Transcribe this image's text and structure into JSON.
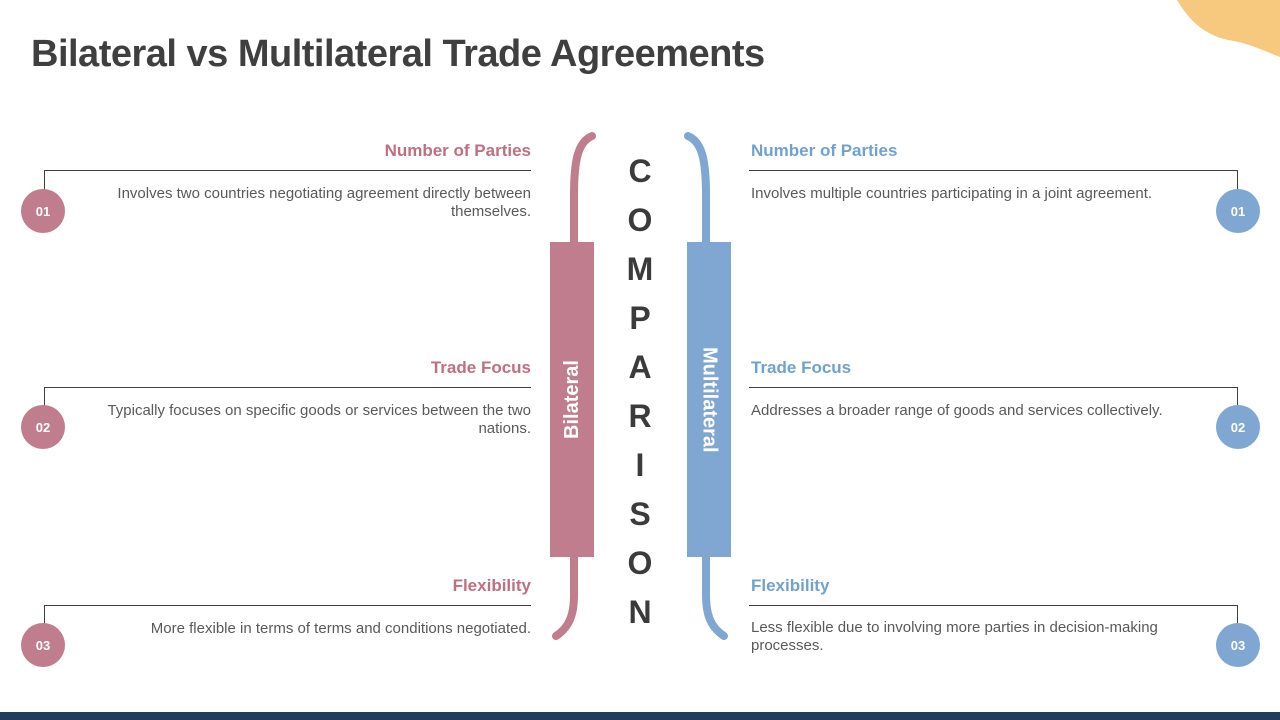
{
  "title": "Bilateral vs Multilateral Trade Agreements",
  "center": {
    "word": "COMPARISON",
    "letters": [
      "C",
      "O",
      "M",
      "P",
      "A",
      "R",
      "I",
      "S",
      "O",
      "N"
    ],
    "left_banner_label": "Bilateral",
    "right_banner_label": "Multilateral"
  },
  "bilateral": {
    "items": [
      {
        "number": "01",
        "heading": "Number of Parties",
        "body": "Involves two countries negotiating agreement directly between themselves."
      },
      {
        "number": "02",
        "heading": "Trade Focus",
        "body": "Typically focuses on specific goods or services between the two nations."
      },
      {
        "number": "03",
        "heading": "Flexibility",
        "body": "More flexible in terms of terms and conditions negotiated."
      }
    ]
  },
  "multilateral": {
    "items": [
      {
        "number": "01",
        "heading": "Number of Parties",
        "body": "Involves multiple countries participating in a joint agreement."
      },
      {
        "number": "02",
        "heading": "Trade Focus",
        "body": "Addresses a broader range of goods and services collectively."
      },
      {
        "number": "03",
        "heading": "Flexibility",
        "body": "Less flexible due to involving more parties in decision-making processes."
      }
    ]
  },
  "colors": {
    "pink": "#bf7d8e",
    "pink_header_text": "#c06e82",
    "blue": "#7fa7d1",
    "blue_header_text": "#6fa2cf",
    "title_text": "#3f3f3f",
    "body_text": "#595959",
    "connector_line": "#3f3f3f",
    "corner_blob": "#f6c97e",
    "footer_bar": "#1f3b5e"
  }
}
